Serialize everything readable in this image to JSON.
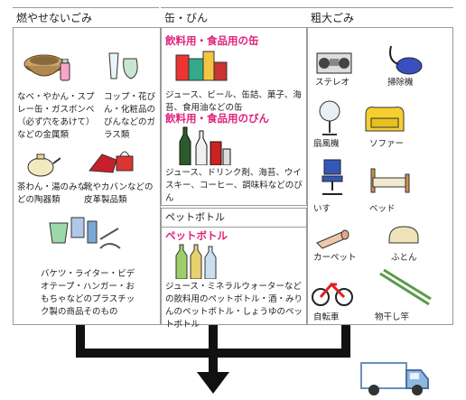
{
  "headers": {
    "nonburnable": "燃やせないごみ",
    "cans_bottles": "缶・びん",
    "bulky": "粗大ごみ"
  },
  "nonburnable": {
    "item1": "なべ・やかん・スプレー缶・ガスボンベ（必ず穴をあけて）などの金属類",
    "item2": "コップ・花びん・化粧品のびんなどのガラス類",
    "item3": "茶わん・湯のみなどの陶器類",
    "item4": "靴やカバンなどの皮革製品類",
    "item5": "バケツ・ライター・ビデオテープ・ハンガー・おもちゃなどのプラスチック製の商品そのもの"
  },
  "cans_bottles": {
    "cans_title": "飲料用・食品用の缶",
    "cans_desc": "ジュース、ビール、缶詰、菓子、海苔、食用油などの缶",
    "bottles_title": "飲料用・食品用のびん",
    "bottles_desc": "ジュース、ドリンク剤、海苔、ウイスキー、コーヒー、調味料などのびん"
  },
  "pet": {
    "header": "ペットボトル",
    "title": "ペットボトル",
    "desc": "ジュース・ミネラルウォーターなどの飲料用のペットボトル・酒・みりんのペットボトル・しょうゆのペットボトル"
  },
  "bulky": {
    "items": [
      "ステレオ",
      "掃除機",
      "扇風機",
      "ソファー",
      "いす",
      "ベッド",
      "カーペット",
      "ふとん",
      "自転車",
      "物干し竿"
    ]
  },
  "colors": {
    "accent": "#e0217a",
    "truck": "#8fb7e0"
  }
}
